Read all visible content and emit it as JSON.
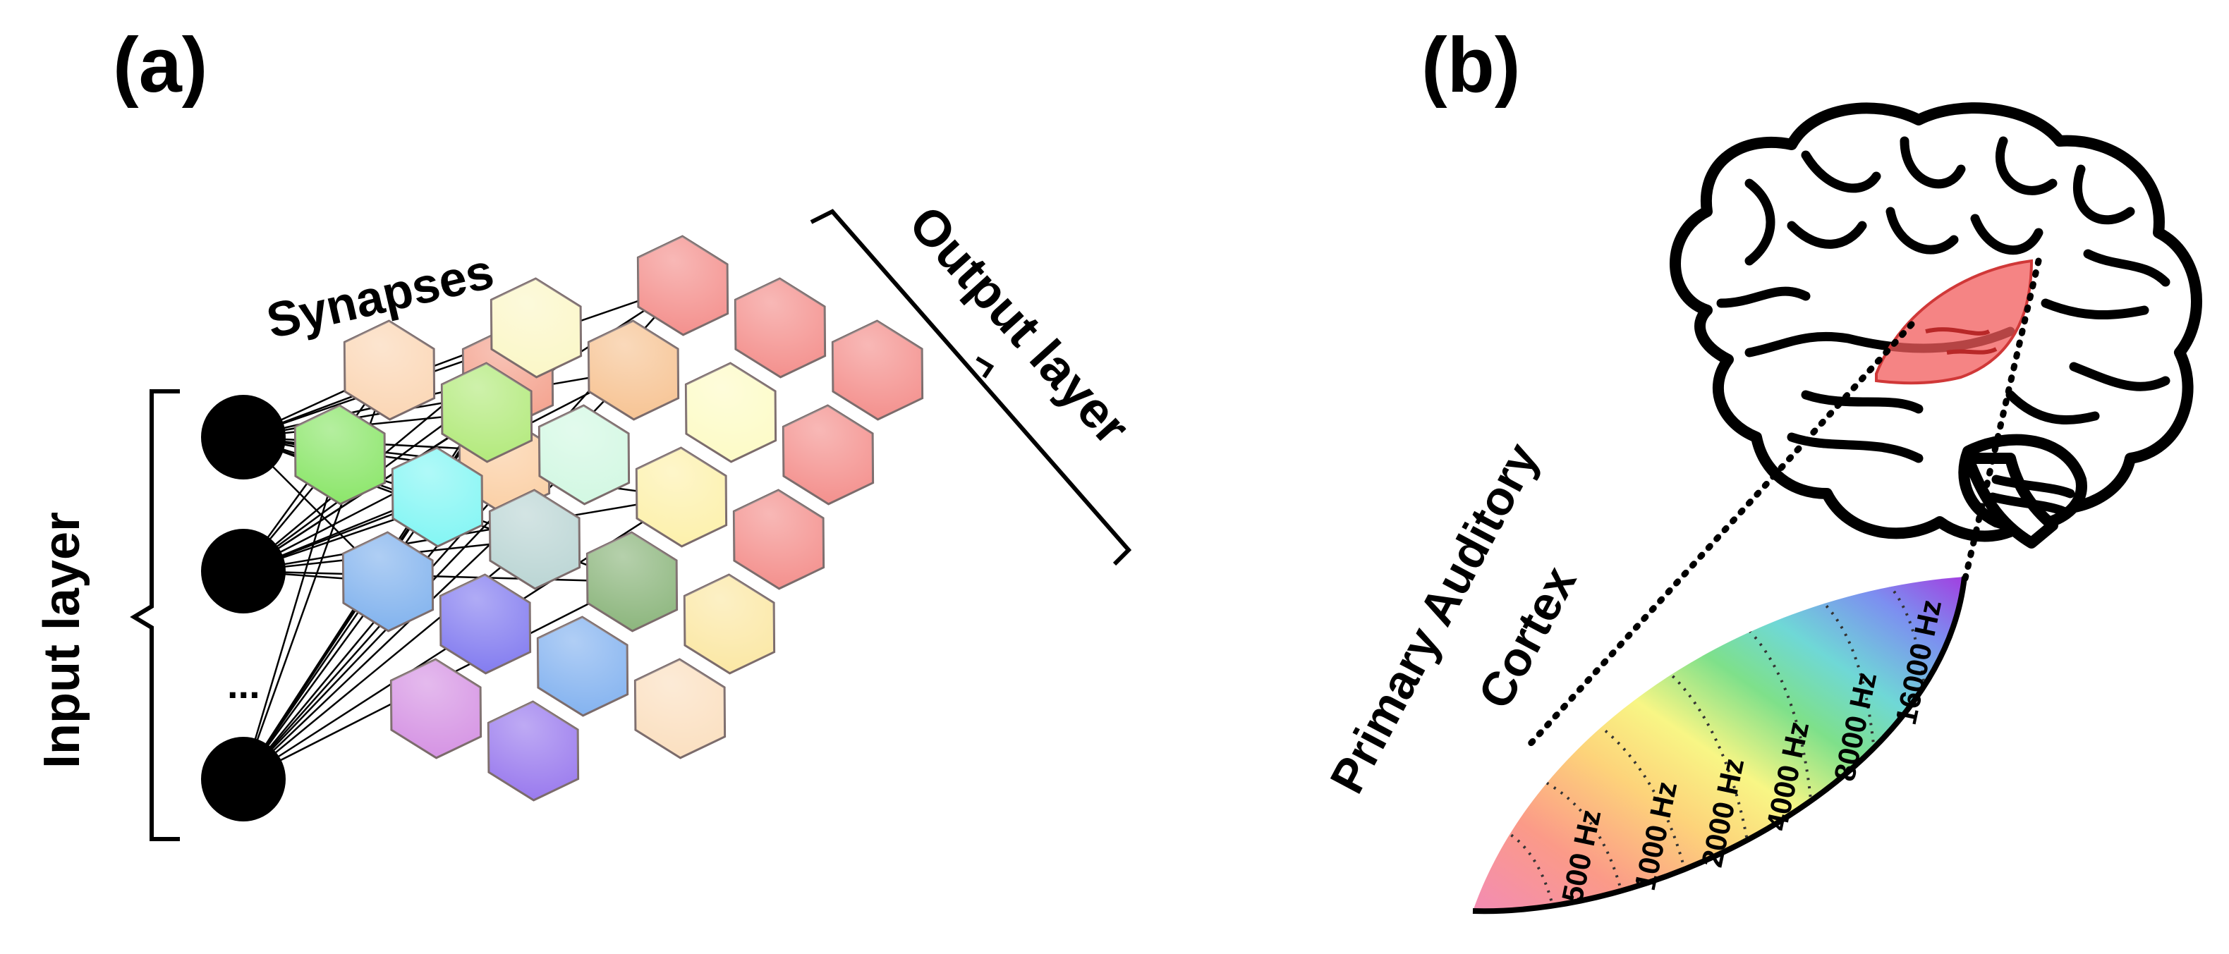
{
  "panel_a": {
    "label": "(a)",
    "input_layer_label": "Input layer",
    "synapses_label": "Synapses",
    "output_layer_label": "Output layer",
    "ellipsis": "...",
    "input_neuron_count_shown": 3,
    "hex_colors": [
      [
        "#f4928f",
        "#f4928f",
        "#f4928f"
      ],
      [
        "#fbf7c8",
        "#f7c596",
        "#fdfbc7",
        "#f4928f"
      ],
      [
        "#fbd7b6",
        "#b4ea7e",
        "#d3f8e3",
        "#fdf1ad",
        "#f4928f"
      ],
      [
        "#8de66c",
        "#85f6f4",
        "#bcd6d5",
        "#8eb77f",
        "#fbe8a6"
      ],
      [
        "#84b4ee",
        "#857ef0",
        "#86b4f0",
        "#fbe0c1"
      ],
      [
        "#d695e4",
        "#9b7cee"
      ]
    ],
    "first_column_colors": [
      "#f4a28e",
      "#fbd0a6"
    ]
  },
  "panel_b": {
    "label": "(b)",
    "cortex_label_line1": "Primary Auditory",
    "cortex_label_line2": "Cortex",
    "frequency_bands": [
      "500 Hz",
      "1000 Hz",
      "2000 Hz",
      "4000 Hz",
      "8000 Hz",
      "16000 Hz"
    ],
    "gradient_colors": [
      "#f38cb4",
      "#fb9a88",
      "#fdd37a",
      "#f8f685",
      "#7ee08a",
      "#6fd8d6",
      "#7c8ff0",
      "#a23ee0"
    ],
    "highlight_color": "#f25b5b"
  }
}
